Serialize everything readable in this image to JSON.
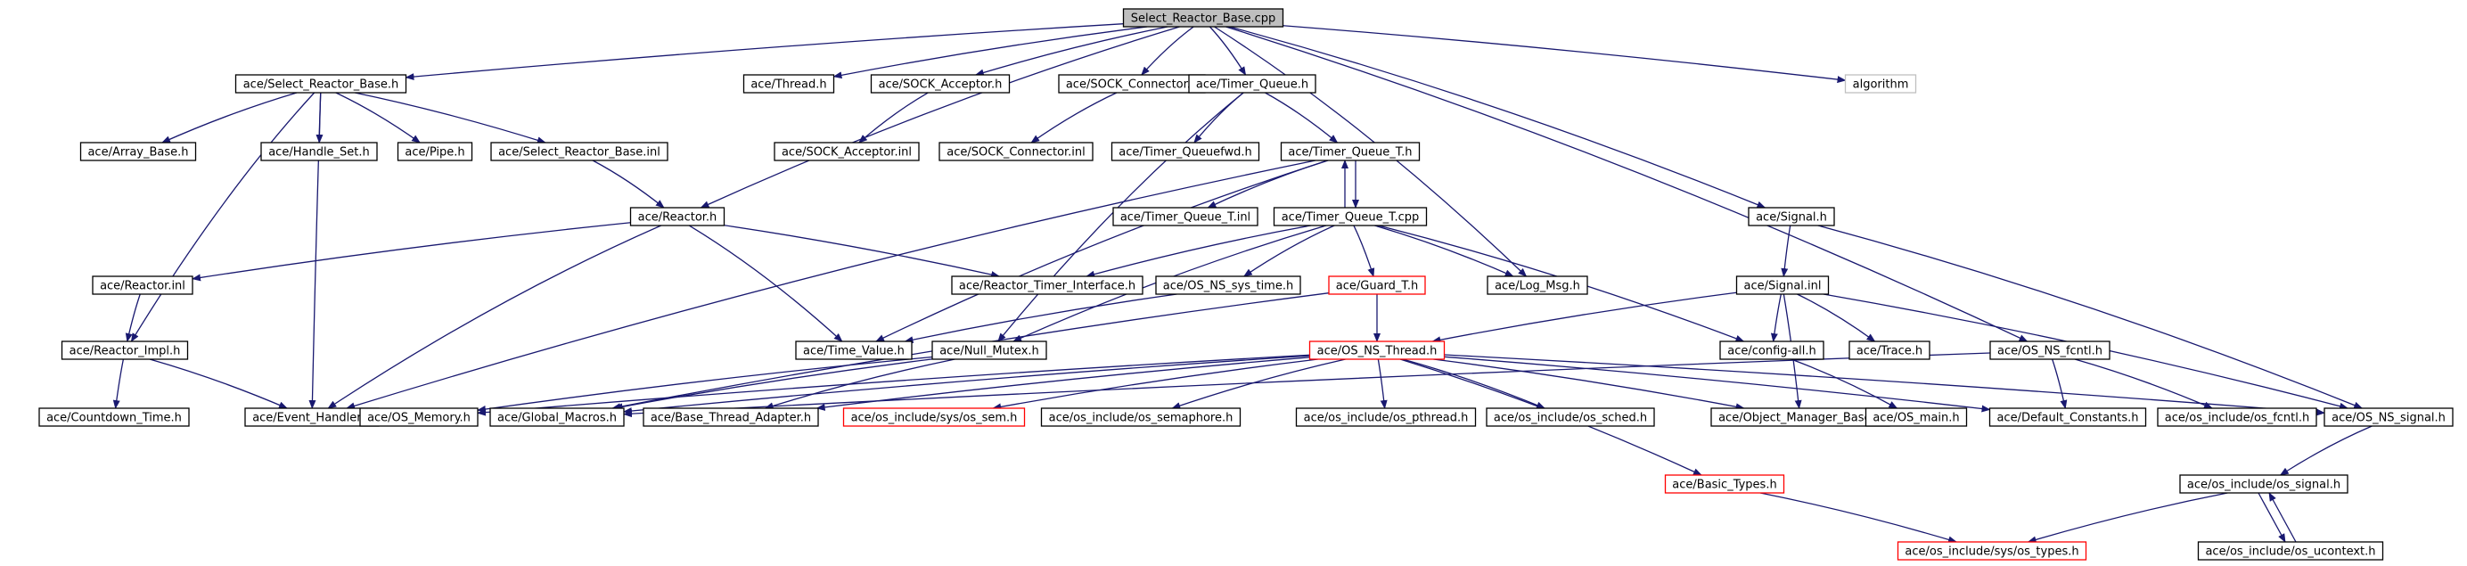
{
  "colors": {
    "edge": "#191970",
    "border": "#000000",
    "border_missing": "#c0c0c0",
    "border_truncated": "#ff0000",
    "root_fill": "#bfbfbf",
    "text": "#000000"
  },
  "nodes": [
    {
      "id": "root",
      "label": "Select_Reactor_Base.cpp",
      "style": "root"
    },
    {
      "id": "srb_h",
      "label": "ace/Select_Reactor_Base.h",
      "style": "normal"
    },
    {
      "id": "thread_h",
      "label": "ace/Thread.h",
      "style": "normal"
    },
    {
      "id": "sock_acc_h",
      "label": "ace/SOCK_Acceptor.h",
      "style": "normal"
    },
    {
      "id": "sock_con_h",
      "label": "ace/SOCK_Connector.h",
      "style": "normal"
    },
    {
      "id": "tq_h",
      "label": "ace/Timer_Queue.h",
      "style": "normal"
    },
    {
      "id": "algorithm",
      "label": "algorithm",
      "style": "missing"
    },
    {
      "id": "array_base",
      "label": "ace/Array_Base.h",
      "style": "normal"
    },
    {
      "id": "handle_set",
      "label": "ace/Handle_Set.h",
      "style": "normal"
    },
    {
      "id": "pipe_h",
      "label": "ace/Pipe.h",
      "style": "normal"
    },
    {
      "id": "srb_inl",
      "label": "ace/Select_Reactor_Base.inl",
      "style": "normal"
    },
    {
      "id": "sock_acc_inl",
      "label": "ace/SOCK_Acceptor.inl",
      "style": "normal"
    },
    {
      "id": "sock_con_inl",
      "label": "ace/SOCK_Connector.inl",
      "style": "normal"
    },
    {
      "id": "tqfwd",
      "label": "ace/Timer_Queuefwd.h",
      "style": "normal"
    },
    {
      "id": "tqt_h",
      "label": "ace/Timer_Queue_T.h",
      "style": "normal"
    },
    {
      "id": "reactor_h",
      "label": "ace/Reactor.h",
      "style": "normal"
    },
    {
      "id": "tqt_inl",
      "label": "ace/Timer_Queue_T.inl",
      "style": "normal"
    },
    {
      "id": "tqt_cpp",
      "label": "ace/Timer_Queue_T.cpp",
      "style": "normal"
    },
    {
      "id": "signal_h",
      "label": "ace/Signal.h",
      "style": "normal"
    },
    {
      "id": "reactor_inl",
      "label": "ace/Reactor.inl",
      "style": "normal"
    },
    {
      "id": "rti_h",
      "label": "ace/Reactor_Timer_Interface.h",
      "style": "normal"
    },
    {
      "id": "os_ns_st",
      "label": "ace/OS_NS_sys_time.h",
      "style": "normal"
    },
    {
      "id": "guard_t",
      "label": "ace/Guard_T.h",
      "style": "truncated"
    },
    {
      "id": "log_msg",
      "label": "ace/Log_Msg.h",
      "style": "normal"
    },
    {
      "id": "signal_inl",
      "label": "ace/Signal.inl",
      "style": "normal"
    },
    {
      "id": "reactor_impl",
      "label": "ace/Reactor_Impl.h",
      "style": "normal"
    },
    {
      "id": "time_value",
      "label": "ace/Time_Value.h",
      "style": "normal"
    },
    {
      "id": "null_mutex",
      "label": "ace/Null_Mutex.h",
      "style": "normal"
    },
    {
      "id": "os_ns_thread",
      "label": "ace/OS_NS_Thread.h",
      "style": "truncated"
    },
    {
      "id": "config_all",
      "label": "ace/config-all.h",
      "style": "normal"
    },
    {
      "id": "trace_h",
      "label": "ace/Trace.h",
      "style": "normal"
    },
    {
      "id": "os_ns_fcntl",
      "label": "ace/OS_NS_fcntl.h",
      "style": "normal"
    },
    {
      "id": "countdown",
      "label": "ace/Countdown_Time.h",
      "style": "normal"
    },
    {
      "id": "event_handler",
      "label": "ace/Event_Handler.h",
      "style": "normal"
    },
    {
      "id": "os_memory",
      "label": "ace/OS_Memory.h",
      "style": "normal"
    },
    {
      "id": "global_macros",
      "label": "ace/Global_Macros.h",
      "style": "normal"
    },
    {
      "id": "bta",
      "label": "ace/Base_Thread_Adapter.h",
      "style": "normal"
    },
    {
      "id": "sys_sem",
      "label": "ace/os_include/sys/os_sem.h",
      "style": "truncated"
    },
    {
      "id": "os_semaphore",
      "label": "ace/os_include/os_semaphore.h",
      "style": "normal"
    },
    {
      "id": "os_pthread",
      "label": "ace/os_include/os_pthread.h",
      "style": "normal"
    },
    {
      "id": "os_sched",
      "label": "ace/os_include/os_sched.h",
      "style": "normal"
    },
    {
      "id": "omb",
      "label": "ace/Object_Manager_Base.h",
      "style": "normal"
    },
    {
      "id": "os_main",
      "label": "ace/OS_main.h",
      "style": "normal"
    },
    {
      "id": "default_const",
      "label": "ace/Default_Constants.h",
      "style": "normal"
    },
    {
      "id": "os_fcntl",
      "label": "ace/os_include/os_fcntl.h",
      "style": "normal"
    },
    {
      "id": "os_ns_signal",
      "label": "ace/OS_NS_signal.h",
      "style": "normal"
    },
    {
      "id": "basic_types",
      "label": "ace/Basic_Types.h",
      "style": "truncated"
    },
    {
      "id": "os_signal",
      "label": "ace/os_include/os_signal.h",
      "style": "normal"
    },
    {
      "id": "sys_types",
      "label": "ace/os_include/sys/os_types.h",
      "style": "truncated"
    },
    {
      "id": "os_ucontext",
      "label": "ace/os_include/os_ucontext.h",
      "style": "normal"
    }
  ],
  "edges": [
    [
      "root",
      "srb_h"
    ],
    [
      "root",
      "thread_h"
    ],
    [
      "root",
      "sock_acc_h"
    ],
    [
      "root",
      "sock_con_h"
    ],
    [
      "root",
      "tq_h"
    ],
    [
      "root",
      "algorithm"
    ],
    [
      "root",
      "reactor_h"
    ],
    [
      "root",
      "log_msg"
    ],
    [
      "root",
      "signal_h"
    ],
    [
      "root",
      "os_ns_fcntl"
    ],
    [
      "srb_h",
      "array_base"
    ],
    [
      "srb_h",
      "handle_set"
    ],
    [
      "srb_h",
      "pipe_h"
    ],
    [
      "srb_h",
      "srb_inl"
    ],
    [
      "srb_h",
      "event_handler"
    ],
    [
      "srb_h",
      "reactor_impl"
    ],
    [
      "sock_acc_h",
      "sock_acc_inl"
    ],
    [
      "sock_con_h",
      "sock_con_inl"
    ],
    [
      "tq_h",
      "tqfwd"
    ],
    [
      "tq_h",
      "tqt_h"
    ],
    [
      "tq_h",
      "null_mutex"
    ],
    [
      "srb_inl",
      "reactor_h"
    ],
    [
      "tqt_h",
      "tqt_inl"
    ],
    [
      "tqt_h",
      "tqt_cpp"
    ],
    [
      "tqt_h",
      "time_value"
    ],
    [
      "tqt_h",
      "event_handler"
    ],
    [
      "tqt_cpp",
      "tqt_h"
    ],
    [
      "tqt_cpp",
      "rti_h"
    ],
    [
      "tqt_cpp",
      "os_ns_st"
    ],
    [
      "tqt_cpp",
      "guard_t"
    ],
    [
      "tqt_cpp",
      "log_msg"
    ],
    [
      "tqt_cpp",
      "config_all"
    ],
    [
      "tqt_cpp",
      "null_mutex"
    ],
    [
      "reactor_h",
      "reactor_inl"
    ],
    [
      "reactor_h",
      "rti_h"
    ],
    [
      "reactor_h",
      "time_value"
    ],
    [
      "reactor_h",
      "event_handler"
    ],
    [
      "signal_h",
      "signal_inl"
    ],
    [
      "signal_h",
      "os_ns_signal"
    ],
    [
      "reactor_inl",
      "reactor_impl"
    ],
    [
      "os_ns_st",
      "time_value"
    ],
    [
      "guard_t",
      "os_ns_thread"
    ],
    [
      "guard_t",
      "global_macros"
    ],
    [
      "signal_inl",
      "os_ns_thread"
    ],
    [
      "signal_inl",
      "config_all"
    ],
    [
      "signal_inl",
      "trace_h"
    ],
    [
      "signal_inl",
      "omb"
    ],
    [
      "signal_inl",
      "os_ns_signal"
    ],
    [
      "reactor_impl",
      "countdown"
    ],
    [
      "reactor_impl",
      "event_handler"
    ],
    [
      "null_mutex",
      "os_memory"
    ],
    [
      "null_mutex",
      "global_macros"
    ],
    [
      "null_mutex",
      "bta"
    ],
    [
      "os_ns_thread",
      "os_memory"
    ],
    [
      "os_ns_thread",
      "global_macros"
    ],
    [
      "os_ns_thread",
      "bta"
    ],
    [
      "os_ns_thread",
      "sys_sem"
    ],
    [
      "os_ns_thread",
      "os_semaphore"
    ],
    [
      "os_ns_thread",
      "os_pthread"
    ],
    [
      "os_ns_thread",
      "os_sched"
    ],
    [
      "os_ns_thread",
      "omb"
    ],
    [
      "os_ns_thread",
      "default_const"
    ],
    [
      "os_ns_thread",
      "os_ns_signal"
    ],
    [
      "os_ns_thread",
      "basic_types"
    ],
    [
      "config_all",
      "os_main"
    ],
    [
      "os_ns_fcntl",
      "default_const"
    ],
    [
      "os_ns_fcntl",
      "os_fcntl"
    ],
    [
      "os_ns_fcntl",
      "global_macros"
    ],
    [
      "os_ns_signal",
      "os_signal"
    ],
    [
      "basic_types",
      "sys_types"
    ],
    [
      "os_signal",
      "sys_types"
    ],
    [
      "os_signal",
      "os_ucontext"
    ],
    [
      "os_ucontext",
      "os_signal"
    ]
  ]
}
